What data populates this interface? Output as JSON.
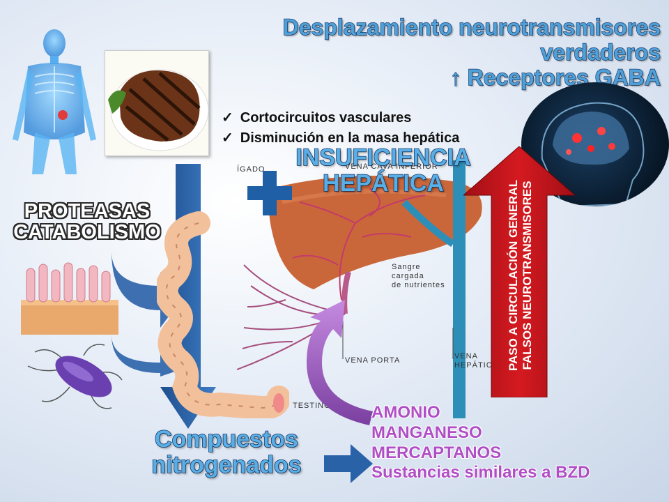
{
  "title": {
    "line1": "Desplazamiento neurotransmisores",
    "line2": "verdaderos",
    "line3": "↑ Receptores GABA"
  },
  "checklist": [
    "Cortocircuitos vasculares",
    "Disminución en la masa hepática"
  ],
  "insuficiencia": {
    "line1": "INSUFICIENCIA",
    "line2": "HEPÁTICA"
  },
  "proteasas": {
    "line1": "PROTEASAS",
    "line2": "CATABOLISMO"
  },
  "compuestos": {
    "line1": "Compuestos",
    "line2": "nitrogenados"
  },
  "substances": [
    "AMONIO",
    "MANGANESO",
    "MERCAPTANOS",
    "Sustancias similares a BZD"
  ],
  "red_arrow": {
    "line1": "PASO A CIRCULACIÓN GENERAL",
    "line2": "FALSOS NEUROTRANSMISORES"
  },
  "liver_labels": {
    "higado": "ÍGADO",
    "vena_cava": "VENA CAVA INFERIOR",
    "sangre": "Sangre\ncargada\nde nutrientes",
    "vena_porta": "VENA PORTA",
    "vena_hepatica": "VENA\nHEPÁTICA",
    "intestino": "TESTINO"
  },
  "colors": {
    "accent_blue": "#1f5fa6",
    "red_arrow": "#c8151b",
    "purple": "#b04ec6"
  }
}
